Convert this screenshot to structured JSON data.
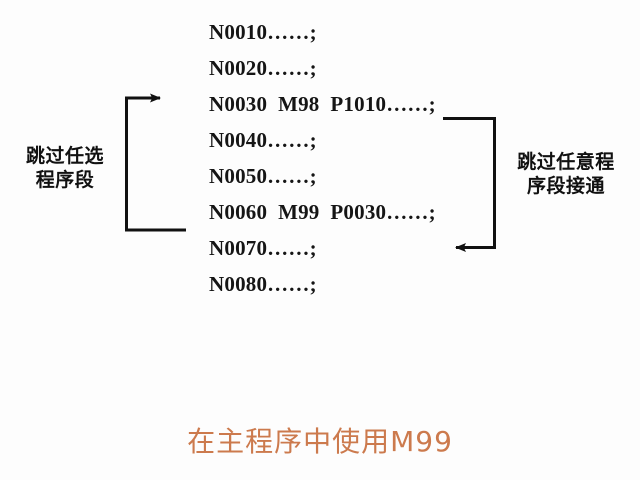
{
  "diagram": {
    "title": "在主程序中使用M99",
    "background_color": "#fdfdfd",
    "line_color": "#111111",
    "caption_color": "#cc7a4d",
    "code_color": "#151515"
  },
  "program": {
    "lines": [
      {
        "id": "n0010",
        "text": "N0010……;"
      },
      {
        "id": "n0020",
        "text": "N0020……;"
      },
      {
        "id": "n0030",
        "text": "N0030  M98  P1010……;"
      },
      {
        "id": "n0040",
        "text": "N0040……;"
      },
      {
        "id": "n0050",
        "text": "N0050……;"
      },
      {
        "id": "n0060",
        "text": "N0060  M99  P0030……;"
      },
      {
        "id": "n0070",
        "text": "N0070……;"
      },
      {
        "id": "n0080",
        "text": "N0080……;"
      }
    ]
  },
  "annotations": {
    "left": {
      "line1": "跳过任选",
      "line2": "程序段"
    },
    "right": {
      "line1": "跳过任意程",
      "line2": "序段接通"
    }
  },
  "caption": {
    "text": "在主程序中使用M99"
  }
}
